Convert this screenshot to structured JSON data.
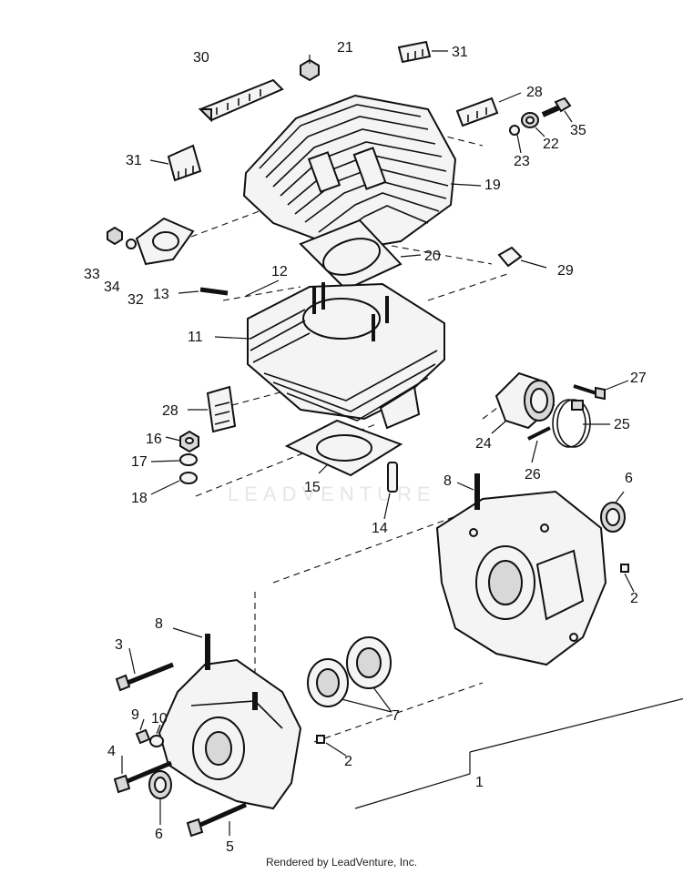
{
  "diagram": {
    "callouts": {
      "c1": "1",
      "c2a": "2",
      "c2b": "2",
      "c3": "3",
      "c4": "4",
      "c5": "5",
      "c6a": "6",
      "c6b": "6",
      "c7": "7",
      "c8a": "8",
      "c8b": "8",
      "c9": "9",
      "c10": "10",
      "c11": "11",
      "c12": "12",
      "c13": "13",
      "c14": "14",
      "c15": "15",
      "c16": "16",
      "c17": "17",
      "c18": "18",
      "c19": "19",
      "c20": "20",
      "c21": "21",
      "c22": "22",
      "c23": "23",
      "c24": "24",
      "c25": "25",
      "c26": "26",
      "c27": "27",
      "c28a": "28",
      "c28b": "28",
      "c29": "29",
      "c30": "30",
      "c31a": "31",
      "c31b": "31",
      "c32": "32",
      "c33": "33",
      "c34": "34",
      "c35": "35"
    },
    "watermark": "LEADVENTURE"
  },
  "footer": {
    "text": "Rendered by LeadVenture, Inc."
  }
}
